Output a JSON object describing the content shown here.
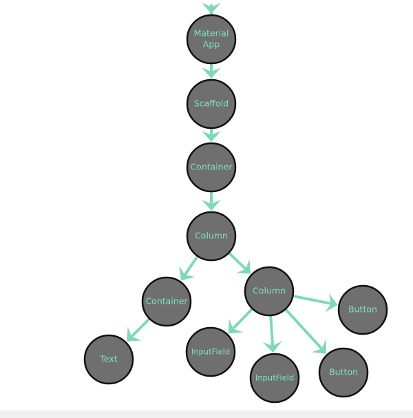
{
  "colors": {
    "accent": "#7fd9b8",
    "node_fill": "#6f6f6f",
    "node_stroke": "#111111",
    "label": "#7fe0bf"
  },
  "tree": {
    "nodes": [
      {
        "id": "material-app",
        "lines": [
          "Material",
          "App"
        ]
      },
      {
        "id": "scaffold",
        "lines": [
          "Scaffold"
        ]
      },
      {
        "id": "container-top",
        "lines": [
          "Container"
        ]
      },
      {
        "id": "column-root",
        "lines": [
          "Column"
        ]
      },
      {
        "id": "container-child",
        "lines": [
          "Container"
        ]
      },
      {
        "id": "column-child",
        "lines": [
          "Column"
        ]
      },
      {
        "id": "text",
        "lines": [
          "Text"
        ]
      },
      {
        "id": "inputfield-1",
        "lines": [
          "InputField"
        ]
      },
      {
        "id": "inputfield-2",
        "lines": [
          "InputField"
        ]
      },
      {
        "id": "button-1",
        "lines": [
          "Button"
        ]
      },
      {
        "id": "button-2",
        "lines": [
          "Button"
        ]
      }
    ],
    "edges": [
      {
        "from": "material-app",
        "to": "scaffold"
      },
      {
        "from": "scaffold",
        "to": "container-top"
      },
      {
        "from": "container-top",
        "to": "column-root"
      },
      {
        "from": "column-root",
        "to": "container-child"
      },
      {
        "from": "column-root",
        "to": "column-child"
      },
      {
        "from": "container-child",
        "to": "text"
      },
      {
        "from": "column-child",
        "to": "inputfield-1"
      },
      {
        "from": "column-child",
        "to": "inputfield-2"
      },
      {
        "from": "column-child",
        "to": "button-1"
      },
      {
        "from": "column-child",
        "to": "button-2"
      }
    ]
  }
}
